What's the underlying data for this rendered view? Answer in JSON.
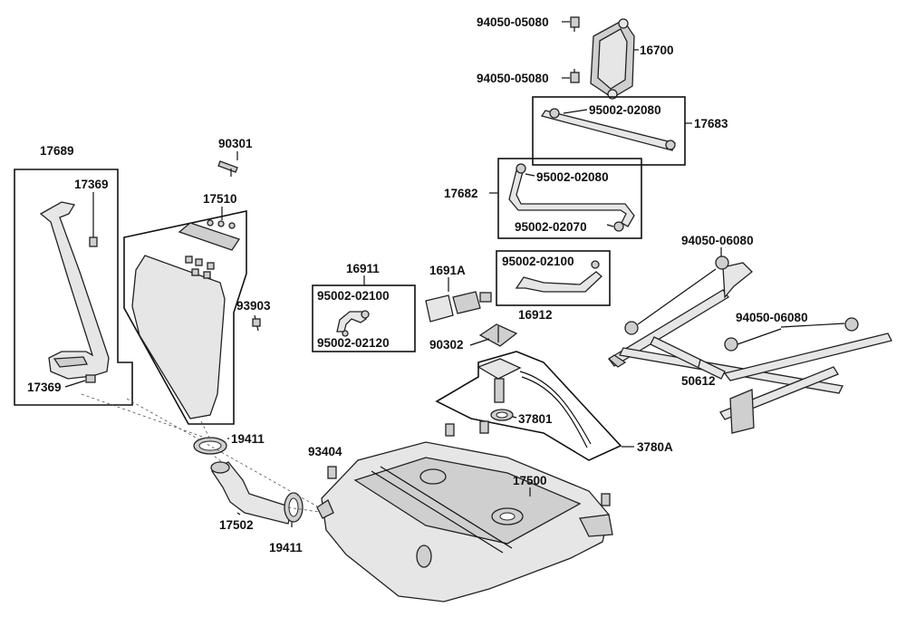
{
  "labels": {
    "p94050_05080_top": "94050-05080",
    "p16700": "16700",
    "p94050_05080_bot": "94050-05080",
    "p95002_02080_a": "95002-02080",
    "p17683": "17683",
    "p95002_02080_b": "95002-02080",
    "p17682": "17682",
    "p95002_02070": "95002-02070",
    "p17689": "17689",
    "p17369_top": "17369",
    "p17369_bot": "17369",
    "p90301": "90301",
    "p17510": "17510",
    "p93903": "93903",
    "p16911": "16911",
    "p95002_02100_a": "95002-02100",
    "p95002_02120": "95002-02120",
    "p1691A": "1691A",
    "p95002_02100_b": "95002-02100",
    "p16912": "16912",
    "p94050_06080_a": "94050-06080",
    "p94050_06080_b": "94050-06080",
    "p50612": "50612",
    "p90302": "90302",
    "p37801": "37801",
    "p3780A": "3780A",
    "p19411_a": "19411",
    "p19411_b": "19411",
    "p17502": "17502",
    "p93404": "93404",
    "p17500": "17500"
  }
}
